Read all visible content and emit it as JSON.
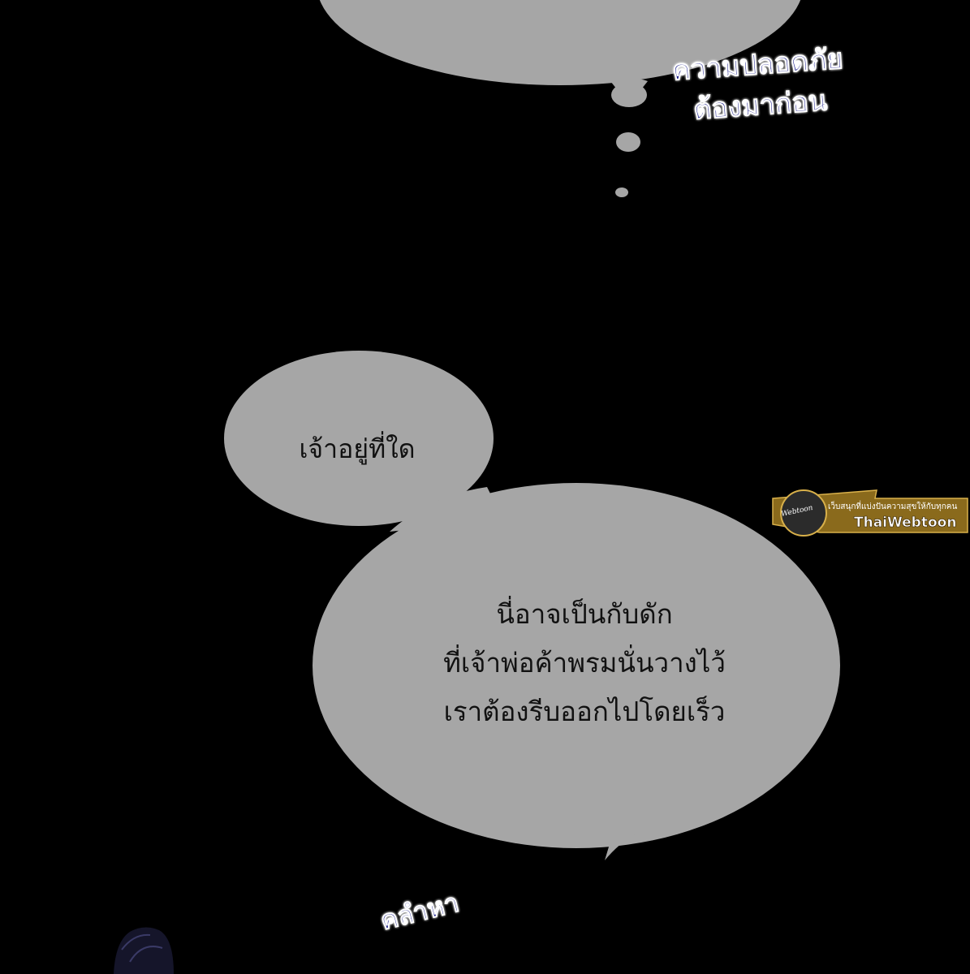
{
  "panel": {
    "thought_bubble_top": {
      "text": ""
    },
    "sfx_top": {
      "lines": [
        "ความปลอดภัย",
        "ต้องมาก่อน"
      ]
    },
    "bubble_small": {
      "text": "เจ้าอยู่ที่ใด"
    },
    "bubble_large": {
      "lines": [
        "นี่อาจเป็นกับดัก",
        "ที่เจ้าพ่อค้าพรมนั่นวางไว้",
        "เราต้องรีบออกไปโดยเร็ว"
      ]
    },
    "sfx_bottom": {
      "text": "คลำหา"
    }
  },
  "watermark": {
    "logo_text": "Webtoon",
    "tagline": "เว็บสนุกที่แบ่งปันความสุขให้กับทุกคน",
    "name": "ThaiWebtoon"
  },
  "colors": {
    "background": "#000000",
    "bubble_fill": "#a6a6a6",
    "sfx_text": "#1c1f8c",
    "watermark_gold": "#8a6a1c"
  }
}
